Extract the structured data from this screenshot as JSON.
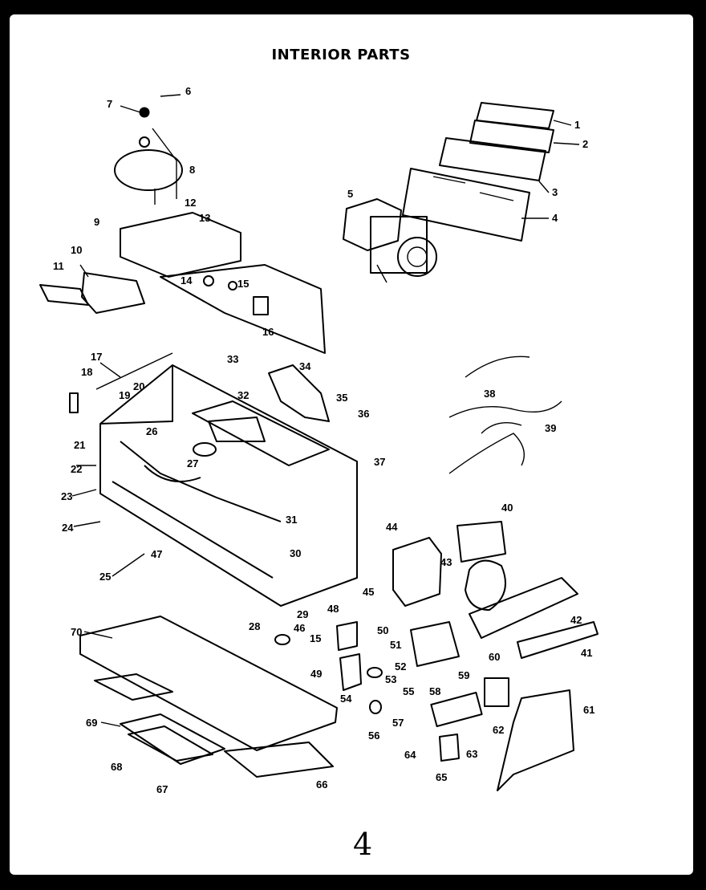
{
  "title": "INTERIOR PARTS",
  "footer": "4",
  "labels": [
    "1",
    "2",
    "3",
    "4",
    "5",
    "6",
    "7",
    "8",
    "9",
    "10",
    "11",
    "12",
    "13",
    "14",
    "15",
    "16",
    "17",
    "18",
    "19",
    "20",
    "21",
    "22",
    "23",
    "24",
    "25",
    "26",
    "27",
    "28",
    "29",
    "30",
    "31",
    "32",
    "33",
    "34",
    "35",
    "36",
    "37",
    "38",
    "39",
    "40",
    "41",
    "42",
    "43",
    "44",
    "45",
    "46",
    "15",
    "47",
    "48",
    "49",
    "50",
    "51",
    "52",
    "53",
    "54",
    "55",
    "56",
    "57",
    "58",
    "59",
    "60",
    "61",
    "62",
    "63",
    "64",
    "65",
    "66",
    "67",
    "68",
    "69",
    "70"
  ]
}
